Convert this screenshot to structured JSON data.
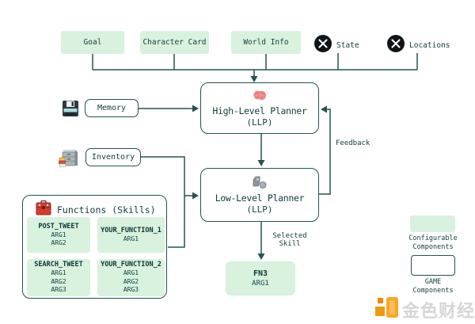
{
  "top_inputs": {
    "goal": "Goal",
    "character_card": "Character Card",
    "world_info": "World Info",
    "state": "State",
    "locations": "Locations"
  },
  "planners": {
    "hlp_title": "High-Level Planner",
    "hlp_subtitle": "(LLP)",
    "llp_title": "Low-Level Planner",
    "llp_subtitle": "(LLP)"
  },
  "side_inputs": {
    "memory": "Memory",
    "inventory": "Inventory"
  },
  "functions": {
    "title": "Functions (Skills)",
    "cards": [
      {
        "name": "POST_TWEET",
        "args": [
          "ARG1",
          "ARG2"
        ]
      },
      {
        "name": "YOUR_FUNCTION_1",
        "args": [
          "ARG1"
        ]
      },
      {
        "name": "SEARCH_TWEET",
        "args": [
          "ARG1",
          "ARG2",
          "ARG3"
        ]
      },
      {
        "name": "YOUR_FUNCTION_2",
        "args": [
          "ARG1",
          "ARG2",
          "ARG3"
        ]
      }
    ]
  },
  "flow_labels": {
    "feedback": "Feedback",
    "selected_skill": "Selected\nSkill"
  },
  "output_skill": {
    "name": "FN3",
    "arg": "ARG1"
  },
  "legend": {
    "configurable": "Configurable\nComponents",
    "game": "GAME\nComponents"
  },
  "watermark": {
    "text": "金色财经"
  },
  "colors": {
    "green_fill": "#d8f2dd",
    "line_teal": "#235352",
    "text_dark": "#113c3c",
    "x_logo_black": "#0f1419",
    "watermark_orange": "#f29c1b",
    "watermark_gray": "#d6d6d6",
    "brain_pink": "#ee8f8a",
    "toolbox_red": "#d63c30"
  }
}
